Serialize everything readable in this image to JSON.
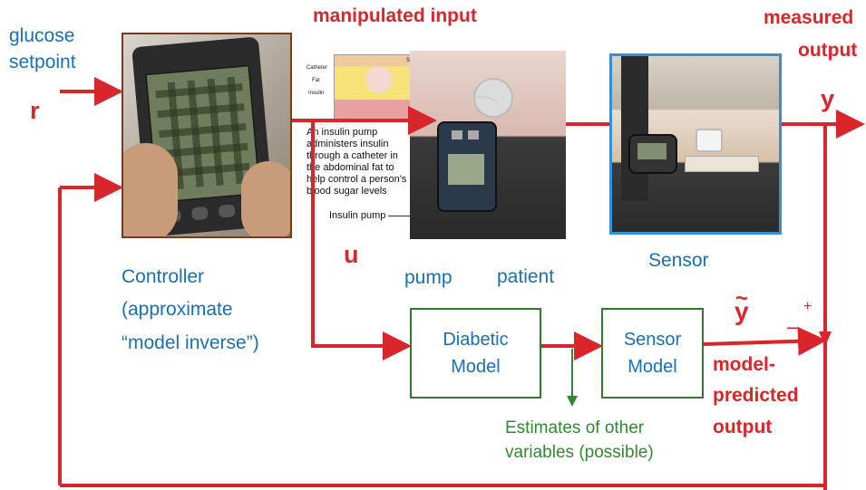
{
  "setpoint": {
    "line1": "glucose",
    "line2": "setpoint",
    "symbol": "r"
  },
  "manipulated_input": "manipulated input",
  "measured_output": {
    "line1": "measured",
    "line2": "output",
    "symbol": "y"
  },
  "u_symbol": "u",
  "pump_label": "pump",
  "patient_label": "patient",
  "sensor_label": "Sensor",
  "controller": {
    "line1": "Controller",
    "line2": "(approximate",
    "line3": "“model inverse”)"
  },
  "diabetic_model": {
    "line1": "Diabetic",
    "line2": "Model"
  },
  "sensor_model": {
    "line1": "Sensor",
    "line2": "Model"
  },
  "y_tilde": "y",
  "sign_minus": "–",
  "sign_plus": "+",
  "model_output": {
    "line1": "model-",
    "line2": "predicted",
    "line3": "output"
  },
  "estimates": {
    "line1": "Estimates of other",
    "line2": "variables (possible)"
  },
  "insulin_caption": {
    "line1": "An insulin pump",
    "line2": "administers insulin",
    "line3": "through a catheter in",
    "line4": "the abdominal fat to",
    "line5": "help control a person's",
    "line6": "blood sugar levels"
  },
  "insulin_pump_callout": "Insulin pump",
  "skin_labels": {
    "skin": "Skin",
    "catheter": "Catheter",
    "fat": "Fat",
    "insulin": "Insulin"
  },
  "colors": {
    "arrow": "#d9262b",
    "blue_text": "#1a6fb5",
    "green": "#2f8a2f"
  }
}
